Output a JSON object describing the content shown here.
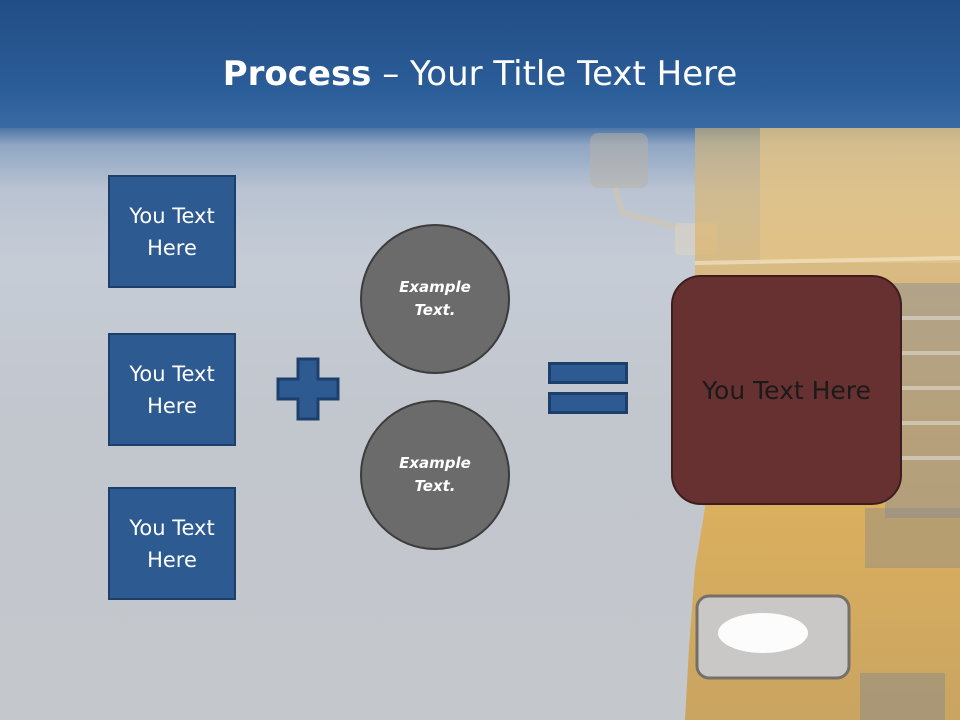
{
  "slide": {
    "title_bold": "Process",
    "title_rest": " – Your Title Text Here"
  },
  "left_boxes": [
    {
      "label": "You Text Here"
    },
    {
      "label": "You Text Here"
    },
    {
      "label": "You Text Here"
    }
  ],
  "circles": [
    {
      "label": "Example Text."
    },
    {
      "label": "Example Text."
    }
  ],
  "result": {
    "label": "You Text Here"
  },
  "colors": {
    "title_bar": "#2b5d98",
    "box_fill": "#2c5a91",
    "circle_fill": "#6b6b6b",
    "result_fill": "#673131",
    "truck": "#e8b44a"
  },
  "icons": {
    "plus": "plus-icon",
    "equals": "equals-icon"
  }
}
